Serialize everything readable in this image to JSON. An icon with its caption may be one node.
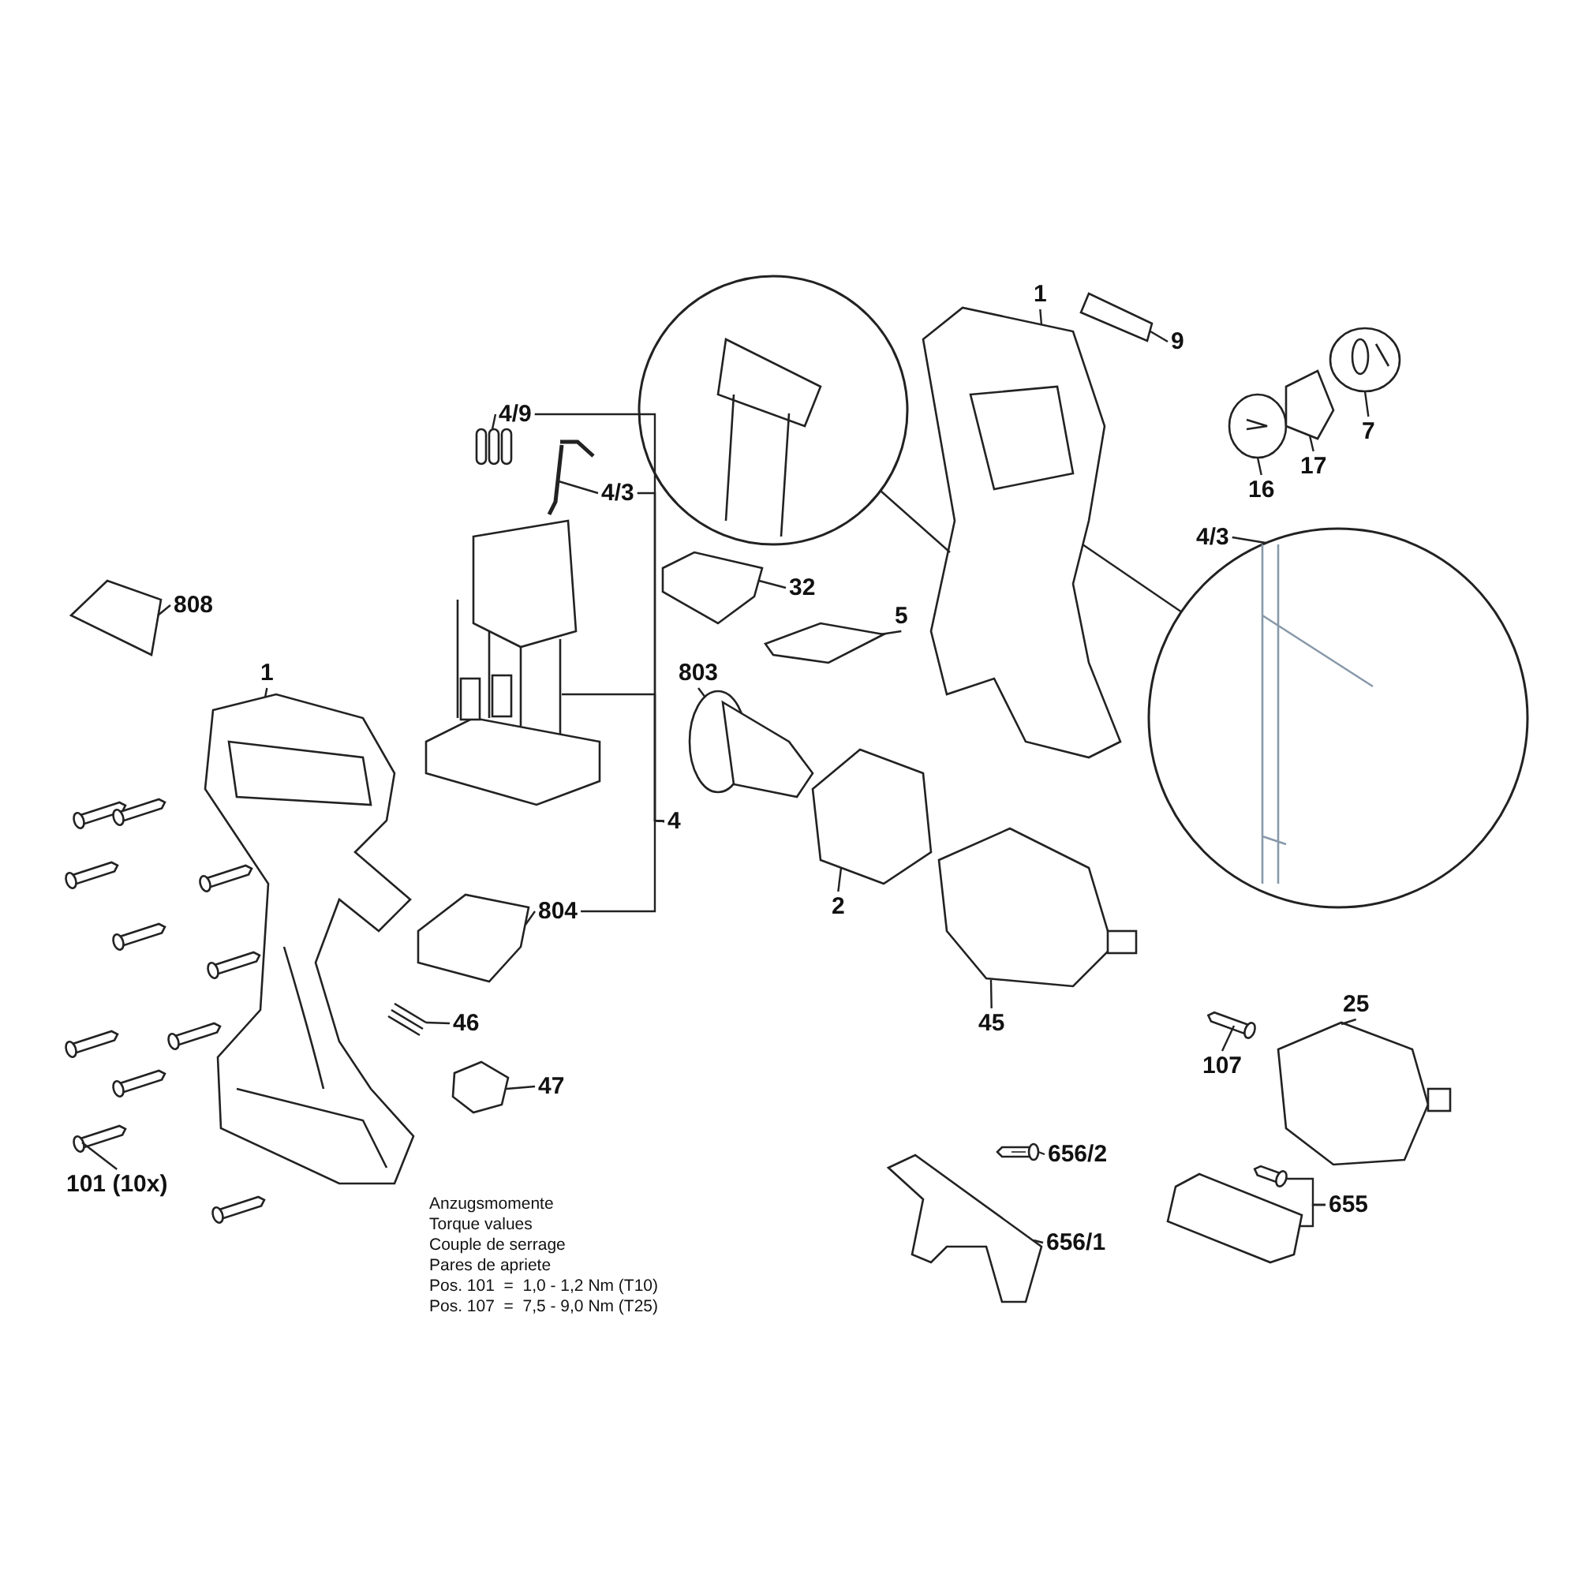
{
  "diagram": {
    "nodes": [
      {
        "text": [
          "4/9"
        ]
      },
      {
        "text": [
          "4/3"
        ]
      },
      {
        "text": [
          "32"
        ]
      },
      {
        "text": [
          "5"
        ]
      },
      {
        "text": [
          "808"
        ]
      },
      {
        "text": [
          "1"
        ]
      },
      {
        "text": [
          "803"
        ]
      },
      {
        "text": [
          "4"
        ]
      },
      {
        "text": [
          "2"
        ]
      },
      {
        "text": [
          "804"
        ]
      },
      {
        "text": [
          "45"
        ]
      },
      {
        "text": [
          "46"
        ]
      },
      {
        "text": [
          "47"
        ]
      },
      {
        "text": [
          "101 (10x)"
        ]
      },
      {
        "text": [
          "107"
        ]
      },
      {
        "text": [
          "25"
        ]
      },
      {
        "text": [
          "656/2"
        ]
      },
      {
        "text": [
          "655"
        ]
      },
      {
        "text": [
          "656/1"
        ]
      },
      {
        "text": [
          "1"
        ]
      },
      {
        "text": [
          "9"
        ]
      },
      {
        "text": [
          "7"
        ]
      },
      {
        "text": [
          "16"
        ]
      },
      {
        "text": [
          "17"
        ]
      },
      {
        "text": [
          "4/3"
        ]
      },
      {
        "text": [],
        "shape": "picture"
      },
      {
        "text": [],
        "shape": "picture"
      },
      {
        "text": [],
        "shape": "picture"
      },
      {
        "text": [],
        "shape": "picture"
      },
      {
        "text": [],
        "shape": "picture"
      },
      {
        "text": [],
        "shape": "picture"
      },
      {
        "text": [],
        "shape": "picture"
      },
      {
        "text": [],
        "shape": "picture"
      },
      {
        "text": [],
        "shape": "picture"
      },
      {
        "text": [],
        "shape": "picture"
      },
      {
        "text": [],
        "shape": "picture"
      },
      {
        "text": [],
        "shape": "picture"
      },
      {
        "text": [],
        "shape": "picture"
      },
      {
        "text": [],
        "shape": "picture"
      },
      {
        "text": [],
        "shape": "picture"
      },
      {
        "text": [],
        "shape": "picture"
      },
      {
        "text": [],
        "shape": "picture"
      },
      {
        "text": [],
        "shape": "picture"
      },
      {
        "text": [],
        "shape": "picture"
      },
      {
        "text": [],
        "shape": "picture"
      },
      {
        "text": [],
        "shape": "picture"
      },
      {
        "text": [],
        "shape": "picture"
      },
      {
        "text": [],
        "shape": "picture"
      },
      {
        "text": [],
        "shape": "picture"
      },
      {
        "text": [],
        "shape": "picture"
      },
      {
        "text": [],
        "shape": "circle"
      },
      {
        "text": [],
        "shape": "circle"
      }
    ],
    "edges": [
      {
        "from": 0,
        "to": 25,
        "arrow": "none"
      },
      {
        "from": 1,
        "to": 26,
        "arrow": "none"
      },
      {
        "from": 2,
        "to": 27,
        "arrow": "none"
      },
      {
        "from": 3,
        "to": 28,
        "arrow": "none"
      },
      {
        "from": 4,
        "to": 29,
        "arrow": "none"
      },
      {
        "from": 5,
        "to": 30,
        "arrow": "none"
      },
      {
        "from": 6,
        "to": 31,
        "arrow": "none"
      },
      {
        "from": 7,
        "to": 32,
        "arrow": "none"
      },
      {
        "from": 8,
        "to": 33,
        "arrow": "none"
      },
      {
        "from": 9,
        "to": 34,
        "arrow": "none"
      },
      {
        "from": 10,
        "to": 35,
        "arrow": "none"
      },
      {
        "from": 11,
        "to": 36,
        "arrow": "none"
      },
      {
        "from": 12,
        "to": 37,
        "arrow": "none"
      },
      {
        "from": 13,
        "to": 38,
        "arrow": "none"
      },
      {
        "from": 14,
        "to": 39,
        "arrow": "none"
      },
      {
        "from": 15,
        "to": 40,
        "arrow": "none"
      },
      {
        "from": 16,
        "to": 41,
        "arrow": "none"
      },
      {
        "from": 17,
        "to": 42,
        "arrow": "none"
      },
      {
        "from": 17,
        "to": 43,
        "arrow": "none"
      },
      {
        "from": 18,
        "to": 44,
        "arrow": "none"
      },
      {
        "from": 19,
        "to": 45,
        "arrow": "none"
      },
      {
        "from": 20,
        "to": 46,
        "arrow": "none"
      },
      {
        "from": 21,
        "to": 47,
        "arrow": "none"
      },
      {
        "from": 22,
        "to": 48,
        "arrow": "none"
      },
      {
        "from": 23,
        "to": 49,
        "arrow": "none"
      },
      {
        "from": 24,
        "to": 51,
        "arrow": "none"
      },
      {
        "from": 0,
        "to": 7,
        "arrow": "none"
      },
      {
        "from": 1,
        "to": 7,
        "arrow": "none"
      },
      {
        "from": 9,
        "to": 7,
        "arrow": "none"
      },
      {
        "from": 45,
        "to": 50,
        "arrow": "none"
      },
      {
        "from": 45,
        "to": 51,
        "arrow": "none"
      }
    ],
    "labels": [
      "Anzugsmomente",
      "Torque values",
      "Couple de serrage",
      "Pares de apriete",
      "Pos. 101  =  1,0 - 1,2 Nm (T10)",
      "Pos. 107  =  7,5 - 9,0 Nm (T25)"
    ]
  }
}
